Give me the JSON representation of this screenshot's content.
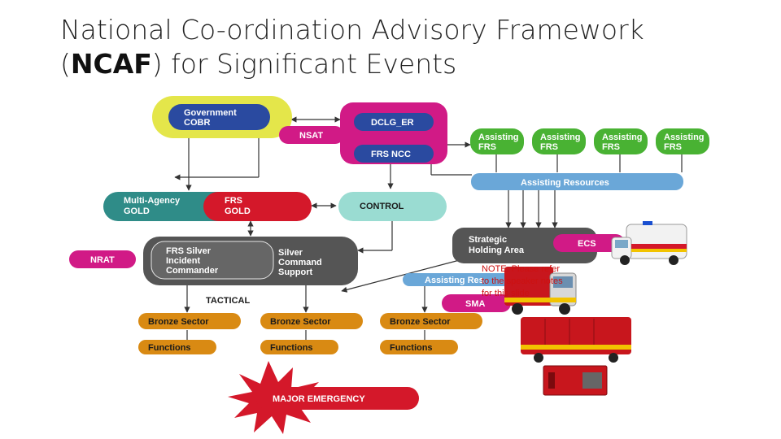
{
  "slide": {
    "title_line1": "National Co-ordination Advisory Framework",
    "title_open": "(",
    "title_bold": "NCAF",
    "title_rest": ") for Significant Events"
  },
  "nodes": {
    "gov_line1": "Government",
    "gov_line2": "COBR",
    "nsat": "NSAT",
    "dclg": "DCLG_ER",
    "frs_ncc": "FRS NCC",
    "assisting_frs_line1": "Assisting",
    "assisting_frs_line2": "FRS",
    "assisting_resources": "Assisting Resources",
    "multi_agency_line1": "Multi-Agency",
    "multi_agency_line2": "GOLD",
    "frs_gold_line1": "FRS",
    "frs_gold_line2": "GOLD",
    "control": "CONTROL",
    "strategic_line1": "Strategic",
    "strategic_line2": "Holding Area",
    "ecs": "ECS",
    "nrat": "NRAT",
    "frs_silver_line1": "FRS Silver",
    "frs_silver_line2": "Incident",
    "frs_silver_line3": "Commander",
    "silver_cmd_line1": "Silver",
    "silver_cmd_line2": "Command",
    "silver_cmd_line3": "Support",
    "assisting_res_partial": "Assisting Res",
    "tactical": "TACTICAL",
    "sma": "SMA",
    "bronze_sector": "Bronze Sector",
    "functions": "Functions",
    "major_emergency": "MAJOR EMERGENCY"
  },
  "note": {
    "line1": "NOTE: Please refer",
    "line2": "to the speaker notes",
    "line3": "for this slide"
  },
  "colors": {
    "yellow": "#e4e64a",
    "navy": "#2a4aa0",
    "magenta": "#d11a86",
    "purple_light": "#b03ad0",
    "green": "#49b233",
    "light_blue": "#6aa7d8",
    "teal": "#2f8c88",
    "red": "#d4182a",
    "mint": "#9adcd2",
    "grey": "#555555",
    "orange": "#d98a13"
  }
}
